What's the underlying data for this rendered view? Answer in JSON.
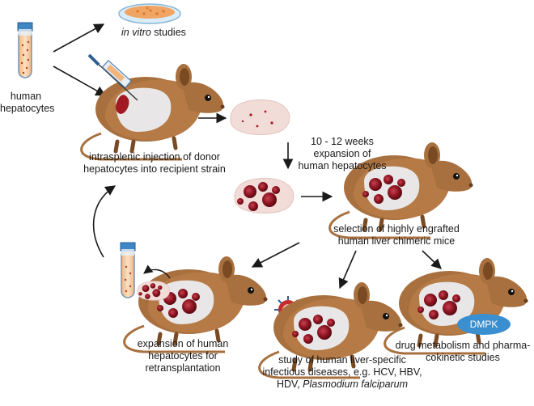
{
  "labels": {
    "human_hepatocytes": "human\nhepatocytes",
    "in_vitro": "in vitro",
    "studies": " studies",
    "injection": "intrasplenic injection of donor\nhepatocytes into recipient strain",
    "weeks": "10 - 12 weeks\nexpansion of\nhuman hepatocytes",
    "selection": "selection of highly engrafted\nhuman liver chimeric mice",
    "expansion": "expansion of human\nhepatocytes for\nretransplantation",
    "study_line1": "study of human liver-specific",
    "study_line2": "infectious diseases, e.g. HCV, HBV,",
    "study_line3_a": "HDV, ",
    "study_line3_b": "Plasmodium falciparum",
    "drug": "drug metabolism and pharma-\ncokinetic studies",
    "dmpk": "DMPK"
  },
  "colors": {
    "mouse_fur": "#a8703e",
    "mouse_dark": "#7a4a22",
    "belly": "#e8e6e6",
    "liver_nodule": "#8b1420",
    "tube_fill": "#f6c79a",
    "arrow": "#1a1a1a",
    "dmpk_badge": "#3a8fd0"
  }
}
